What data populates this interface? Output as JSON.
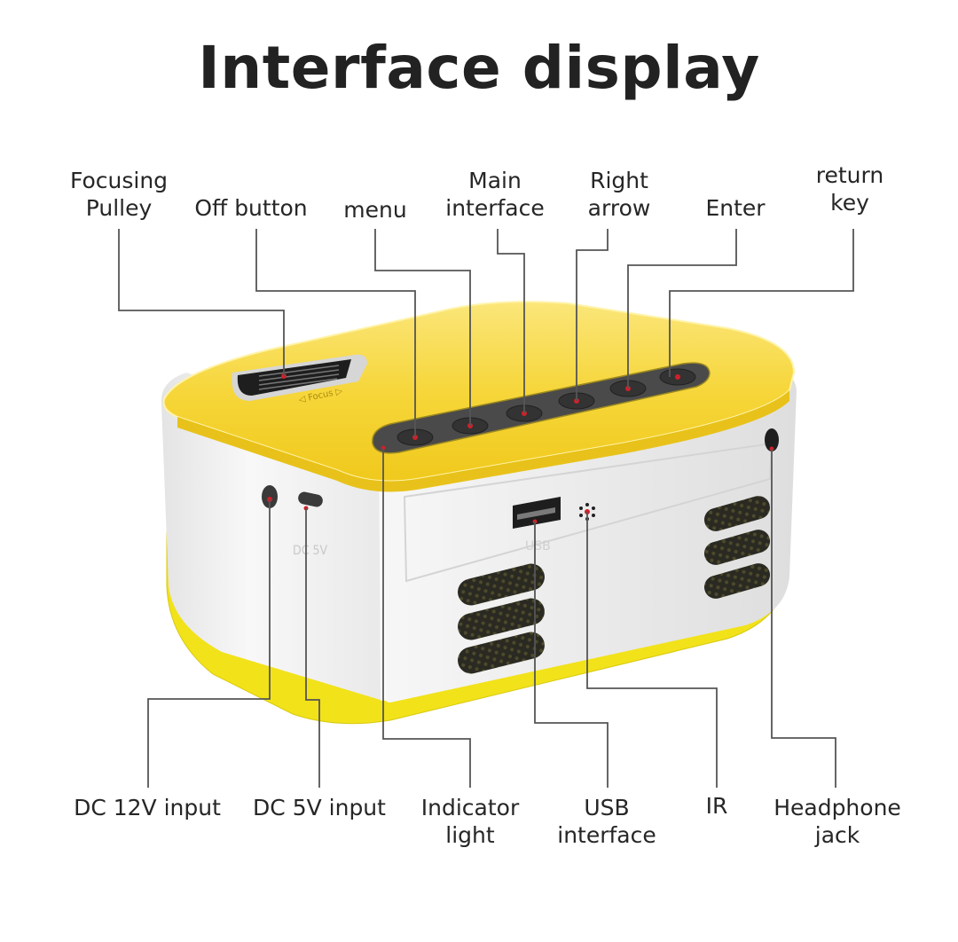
{
  "title": "Interface display",
  "colors": {
    "yellow_top": "#f6d73a",
    "yellow_band": "#f2e21a",
    "body_white": "#f1f1f1",
    "button_strip": "#4a4a4a",
    "leader_line": "#555555",
    "marker_red": "#d0202a"
  },
  "top_labels": [
    {
      "id": "focusing-pulley",
      "lines": [
        "Focusing",
        "Pulley"
      ]
    },
    {
      "id": "off-button",
      "lines": [
        "Off button"
      ]
    },
    {
      "id": "menu",
      "lines": [
        "menu"
      ]
    },
    {
      "id": "main-interface",
      "lines": [
        "Main",
        "interface"
      ]
    },
    {
      "id": "right-arrow",
      "lines": [
        "Right",
        "arrow"
      ]
    },
    {
      "id": "enter",
      "lines": [
        "Enter"
      ]
    },
    {
      "id": "return-key",
      "lines": [
        "return",
        "key"
      ]
    }
  ],
  "bottom_labels": [
    {
      "id": "dc-12v-input",
      "lines": [
        "DC 12V input"
      ]
    },
    {
      "id": "dc-5v-input",
      "lines": [
        "DC 5V input"
      ]
    },
    {
      "id": "indicator-light",
      "lines": [
        "Indicator",
        "light"
      ]
    },
    {
      "id": "usb-interface",
      "lines": [
        "USB",
        "interface"
      ]
    },
    {
      "id": "ir",
      "lines": [
        "IR"
      ]
    },
    {
      "id": "headphone-jack",
      "lines": [
        "Headphone",
        "jack"
      ]
    }
  ],
  "device_markings": {
    "focus_text": "◁ Focus ▷",
    "dc5v_text": "DC 5V",
    "usb_text": "USB"
  }
}
